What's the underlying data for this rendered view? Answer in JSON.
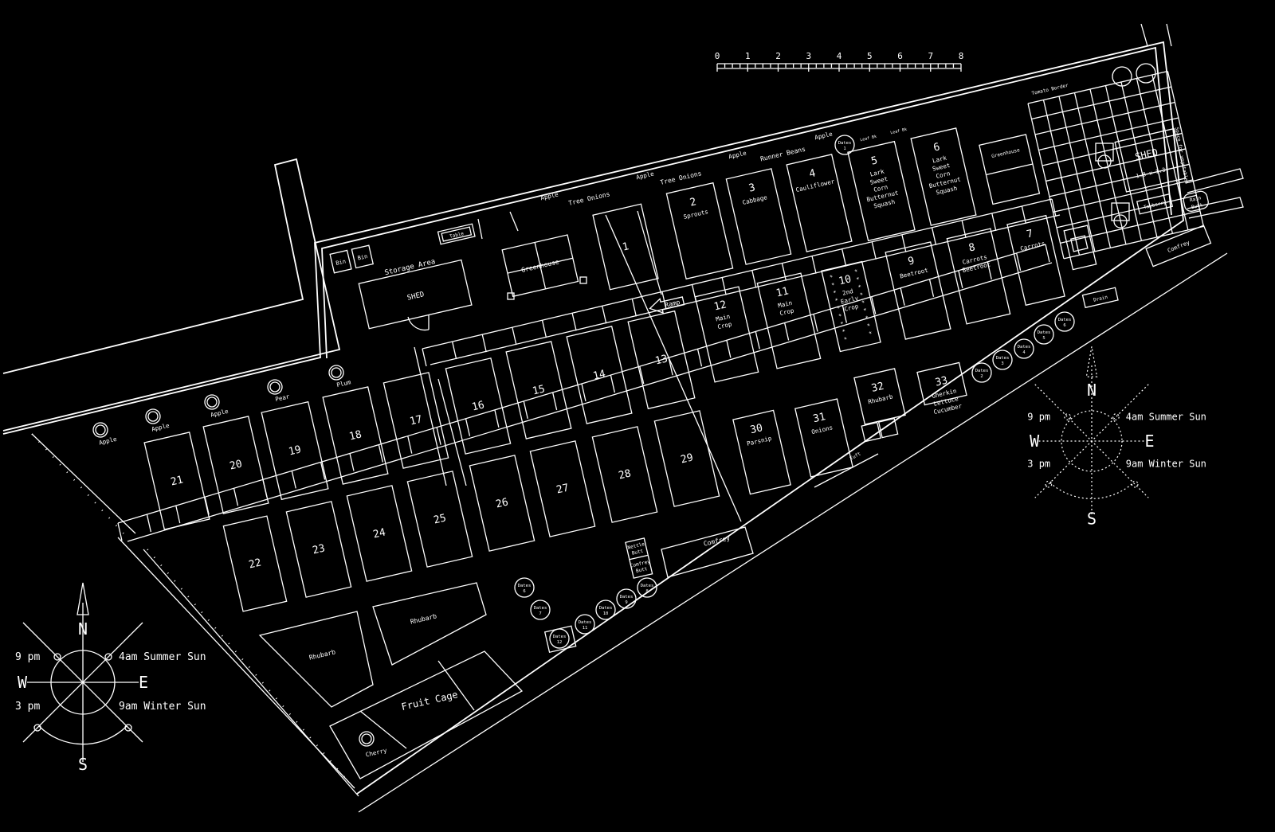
{
  "colors": {
    "background": "#000000",
    "lines": "#ffffff"
  },
  "scale_bar": {
    "labels": [
      "0",
      "1",
      "2",
      "3",
      "4",
      "5",
      "6",
      "7",
      "8"
    ]
  },
  "beds": [
    {
      "id": "bed-1",
      "num": "1",
      "sub": []
    },
    {
      "id": "bed-2",
      "num": "2",
      "sub": [
        "Sprouts"
      ]
    },
    {
      "id": "bed-3",
      "num": "3",
      "sub": [
        "Cabbage"
      ]
    },
    {
      "id": "bed-4",
      "num": "4",
      "sub": [
        "Cauliflower"
      ]
    },
    {
      "id": "bed-5",
      "num": "5",
      "sub": [
        "Lark",
        "Sweet",
        "Corn",
        "Butternut",
        "Squash"
      ]
    },
    {
      "id": "bed-6",
      "num": "6",
      "sub": [
        "Lark",
        "Sweet",
        "Corn",
        "Butternut",
        "Squash"
      ]
    },
    {
      "id": "bed-7",
      "num": "7",
      "sub": [
        "Carrots"
      ]
    },
    {
      "id": "bed-8",
      "num": "8",
      "sub": [
        "Carrots",
        "Beetroot"
      ]
    },
    {
      "id": "bed-9",
      "num": "9",
      "sub": [
        "Beetroot"
      ]
    },
    {
      "id": "bed-10",
      "num": "10",
      "sub": [
        "2nd",
        "Early",
        "Crop"
      ]
    },
    {
      "id": "bed-11",
      "num": "11",
      "sub": [
        "Main",
        "Crop"
      ]
    },
    {
      "id": "bed-12",
      "num": "12",
      "sub": [
        "Main",
        "Crop"
      ]
    },
    {
      "id": "bed-13",
      "num": "13",
      "sub": []
    },
    {
      "id": "bed-14",
      "num": "14",
      "sub": []
    },
    {
      "id": "bed-15",
      "num": "15",
      "sub": []
    },
    {
      "id": "bed-16",
      "num": "16",
      "sub": []
    },
    {
      "id": "bed-17",
      "num": "17",
      "sub": []
    },
    {
      "id": "bed-18",
      "num": "18",
      "sub": []
    },
    {
      "id": "bed-19",
      "num": "19",
      "sub": []
    },
    {
      "id": "bed-20",
      "num": "20",
      "sub": []
    },
    {
      "id": "bed-21",
      "num": "21",
      "sub": []
    },
    {
      "id": "bed-22",
      "num": "22",
      "sub": []
    },
    {
      "id": "bed-23",
      "num": "23",
      "sub": []
    },
    {
      "id": "bed-24",
      "num": "24",
      "sub": []
    },
    {
      "id": "bed-25",
      "num": "25",
      "sub": []
    },
    {
      "id": "bed-26",
      "num": "26",
      "sub": []
    },
    {
      "id": "bed-27",
      "num": "27",
      "sub": []
    },
    {
      "id": "bed-28",
      "num": "28",
      "sub": []
    },
    {
      "id": "bed-29",
      "num": "29",
      "sub": []
    },
    {
      "id": "bed-30",
      "num": "30",
      "sub": [
        "Parsnip"
      ]
    },
    {
      "id": "bed-31",
      "num": "31",
      "sub": [
        "Onions"
      ]
    },
    {
      "id": "bed-32",
      "num": "32",
      "sub": [
        "Rhubarb"
      ]
    },
    {
      "id": "bed-33",
      "num": "33",
      "sub": [
        "Gherkin",
        "Lettuce",
        "Cucumber"
      ]
    }
  ],
  "structures": {
    "shed_main": "SHED",
    "storage_area": "Storage Area",
    "greenhouse_main": "Greenhouse",
    "greenhouse_top": "Greenhouse",
    "shed_top": "SHED",
    "shed_top_size": "1.8 x 1.3",
    "bin1": "Bin",
    "bin2": "Bin",
    "table": "Table",
    "ramp": "Ramp",
    "fruit_cage": "Fruit Cage",
    "comfrey_bottom": "Comfrey",
    "comfrey_top": "Comfrey",
    "rhubarb_1": "Rhubarb",
    "rhubarb_2": "Rhubarb",
    "nettle_butt": [
      "Nettle",
      "Butt"
    ],
    "comfrey_butt": [
      "Comfrey",
      "Butt"
    ],
    "rain_butt": [
      "Rain",
      "Butt"
    ],
    "tomato_border": "Tomato Border",
    "vertical_label": "Space for vegetables",
    "tayberry": "Tayberry",
    "drain": "Drain",
    "tuft": "Tuft"
  },
  "border_crops": [
    "Tree Onions",
    "Tree Onions",
    "Runner Beans"
  ],
  "small_labels": [
    "Leaf Bk",
    "Leaf Bk"
  ],
  "trees": [
    "Apple",
    "Apple",
    "Apple",
    "Pear",
    "Plum",
    "Apple",
    "Apple",
    "Apple",
    "Apple",
    "Cherry"
  ],
  "dates": [
    "Dates 1",
    "Dates 2",
    "Dates 3",
    "Dates 4",
    "Dates 5",
    "Dates 6",
    "Dates 6",
    "Dates 7",
    "Dates 8",
    "Dates 9",
    "Dates 10",
    "Dates 11",
    "Dates 12",
    "Dates 13"
  ],
  "compass": {
    "n": "N",
    "s": "S",
    "e": "E",
    "w": "W",
    "summer": "4am Summer Sun",
    "winter": "9am Winter Sun",
    "pm9": "9 pm",
    "pm3": "3 pm"
  }
}
